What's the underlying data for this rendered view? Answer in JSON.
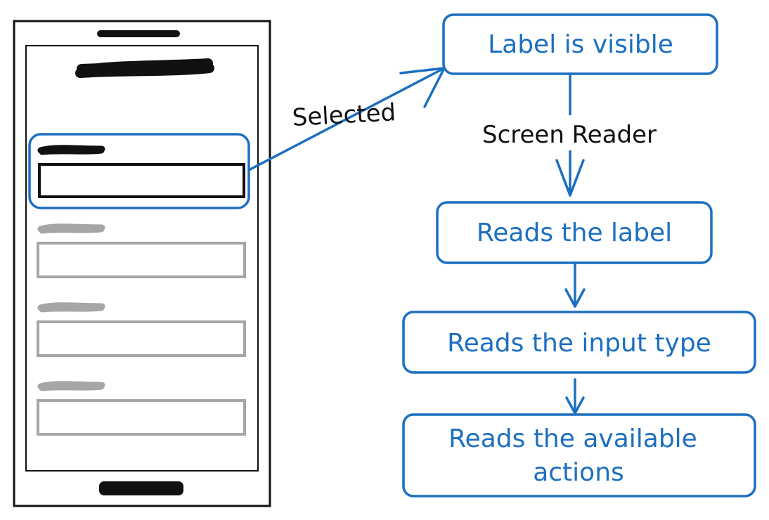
{
  "colors": {
    "accent": "#1c6fc0",
    "ink": "#111111",
    "muted": "#a6a6a6"
  },
  "phone": {
    "fields_count": 4,
    "selected_field_index": 0
  },
  "connector_label": "Selected",
  "flow": {
    "screen_reader_label": "Screen Reader",
    "steps": [
      {
        "text": "Label is visible"
      },
      {
        "text": "Reads the label"
      },
      {
        "text": "Reads the input type"
      },
      {
        "text": "Reads the available",
        "text2": "actions"
      }
    ]
  }
}
